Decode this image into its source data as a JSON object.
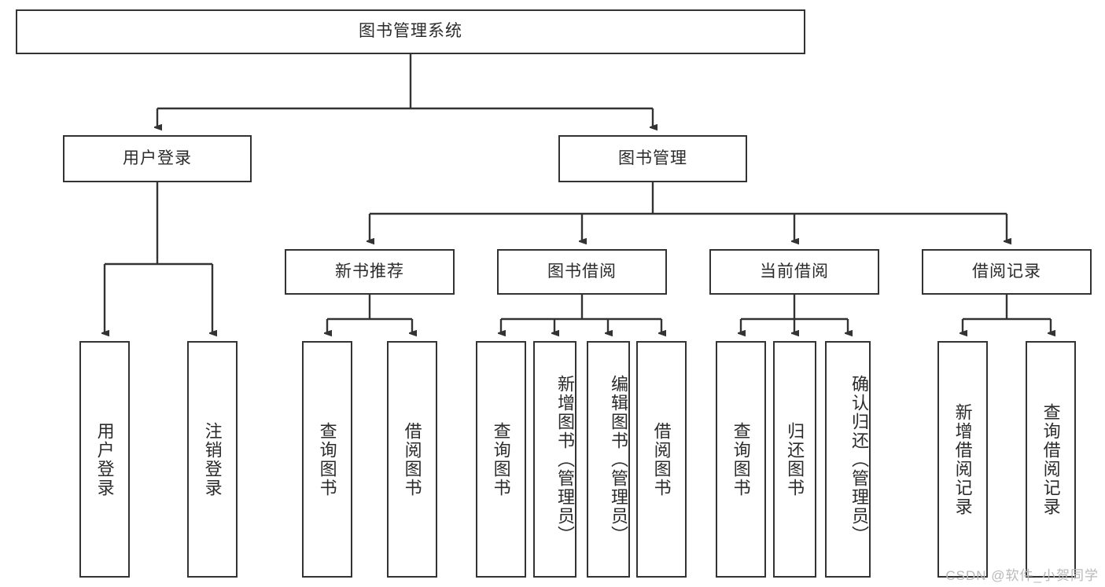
{
  "diagram": {
    "type": "tree",
    "title": "图书管理系统",
    "watermark": "CSDN @软件_小贺同学",
    "colors": {
      "box_border": "#333333",
      "box_fill": "#ffffff",
      "connector": "#333333",
      "text": "#2b2b2b",
      "watermark": "#b9b9b9",
      "background": "#ffffff"
    },
    "root": {
      "label": "图书管理系统"
    },
    "level1": [
      {
        "label": "用户登录"
      },
      {
        "label": "图书管理"
      }
    ],
    "level2": [
      {
        "label": "新书推荐"
      },
      {
        "label": "图书借阅"
      },
      {
        "label": "当前借阅"
      },
      {
        "label": "借阅记录"
      }
    ],
    "leaves": {
      "user_login": [
        {
          "label": "用户登录"
        },
        {
          "label": "注销登录"
        }
      ],
      "new_book_recommend": [
        {
          "label": "查询图书"
        },
        {
          "label": "借阅图书"
        }
      ],
      "book_borrow": [
        {
          "label": "查询图书"
        },
        {
          "label": "新增图书（管理员）"
        },
        {
          "label": "编辑图书（管理员）"
        },
        {
          "label": "借阅图书"
        }
      ],
      "current_borrow": [
        {
          "label": "查询图书"
        },
        {
          "label": "归还图书"
        },
        {
          "label": "确认归还（管理员）"
        }
      ],
      "borrow_record": [
        {
          "label": "新增借阅记录"
        },
        {
          "label": "查询借阅记录"
        }
      ]
    }
  }
}
